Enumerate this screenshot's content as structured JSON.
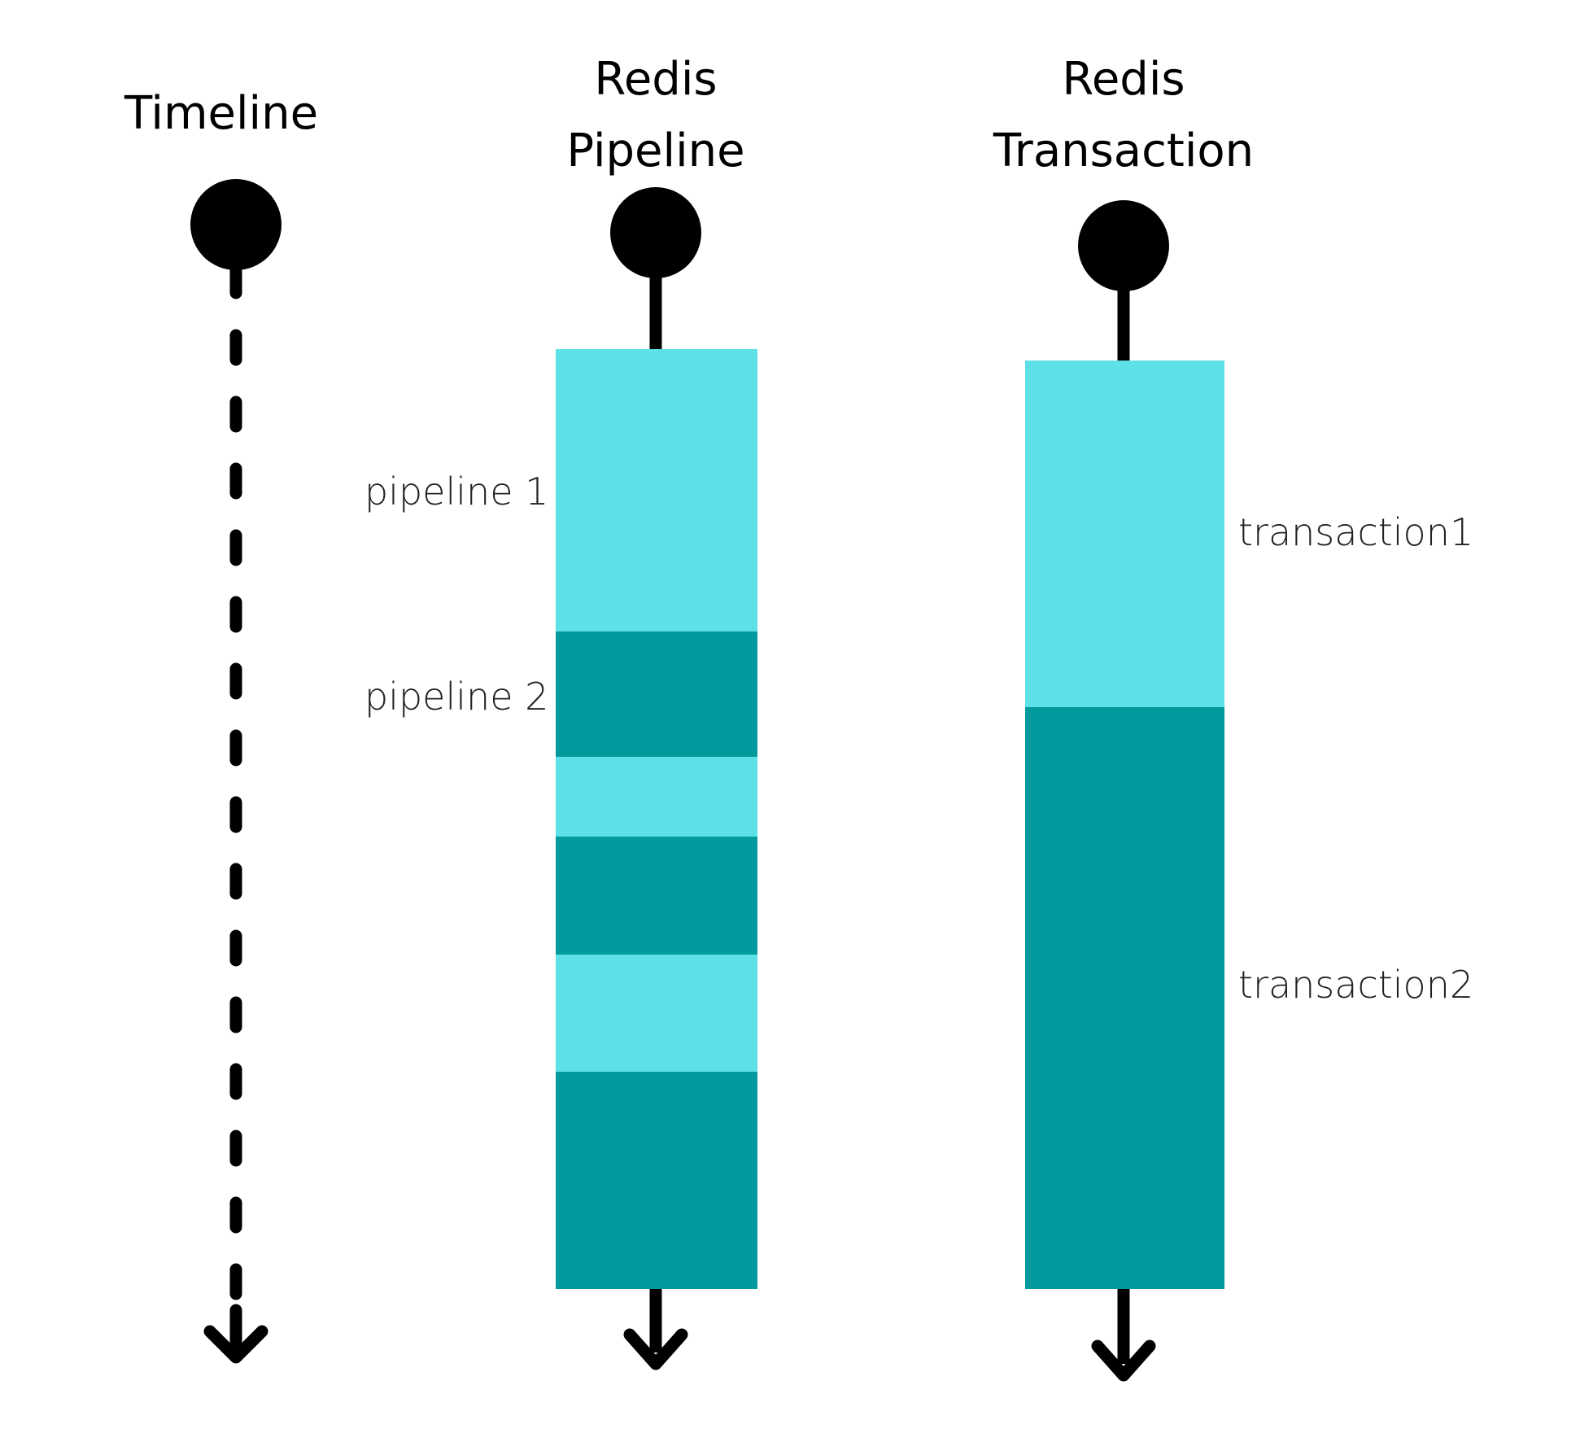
{
  "columns": {
    "timeline": {
      "title": "Timeline"
    },
    "pipeline": {
      "title_line1": "Redis",
      "title_line2": "Pipeline",
      "labels": {
        "first": "pipeline 1",
        "second": "pipeline 2"
      }
    },
    "transaction": {
      "title_line1": "Redis",
      "title_line2": "Transaction",
      "labels": {
        "first": "transaction1",
        "second": "transaction2"
      }
    }
  },
  "colors": {
    "light_segment": "#5de1e6",
    "dark_segment": "#029a9c",
    "line": "#000000",
    "background": "#ffffff"
  }
}
